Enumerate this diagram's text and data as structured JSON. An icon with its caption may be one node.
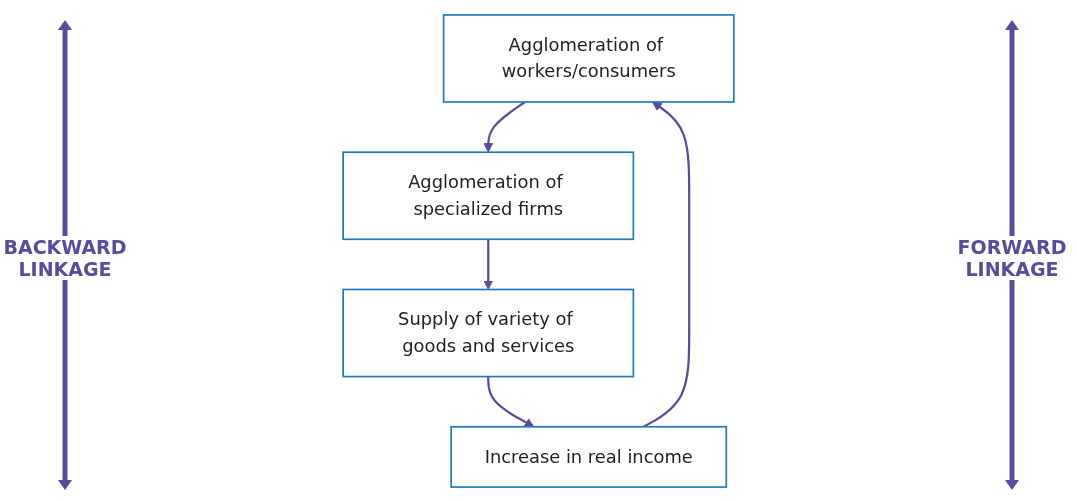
{
  "diagram": {
    "nodes": [
      {
        "text": [
          "Agglomeration of workers/consumers"
        ]
      },
      {
        "text": [
          "Agglomeration of specialized firms"
        ]
      },
      {
        "text": [
          "Increase in real income"
        ]
      },
      {
        "text": [
          "Supply of variety of goods and services"
        ]
      }
    ],
    "edges": [
      {
        "from": 0,
        "to": 1,
        "arrow": "to"
      },
      {
        "from": 1,
        "to": 3,
        "arrow": "to"
      },
      {
        "from": 3,
        "to": 2,
        "arrow": "to"
      },
      {
        "from": 2,
        "to": 0,
        "arrow": "to"
      }
    ],
    "labels": [
      "BACKWARD LINKAGE",
      "FORWARD LINKAGE"
    ]
  }
}
